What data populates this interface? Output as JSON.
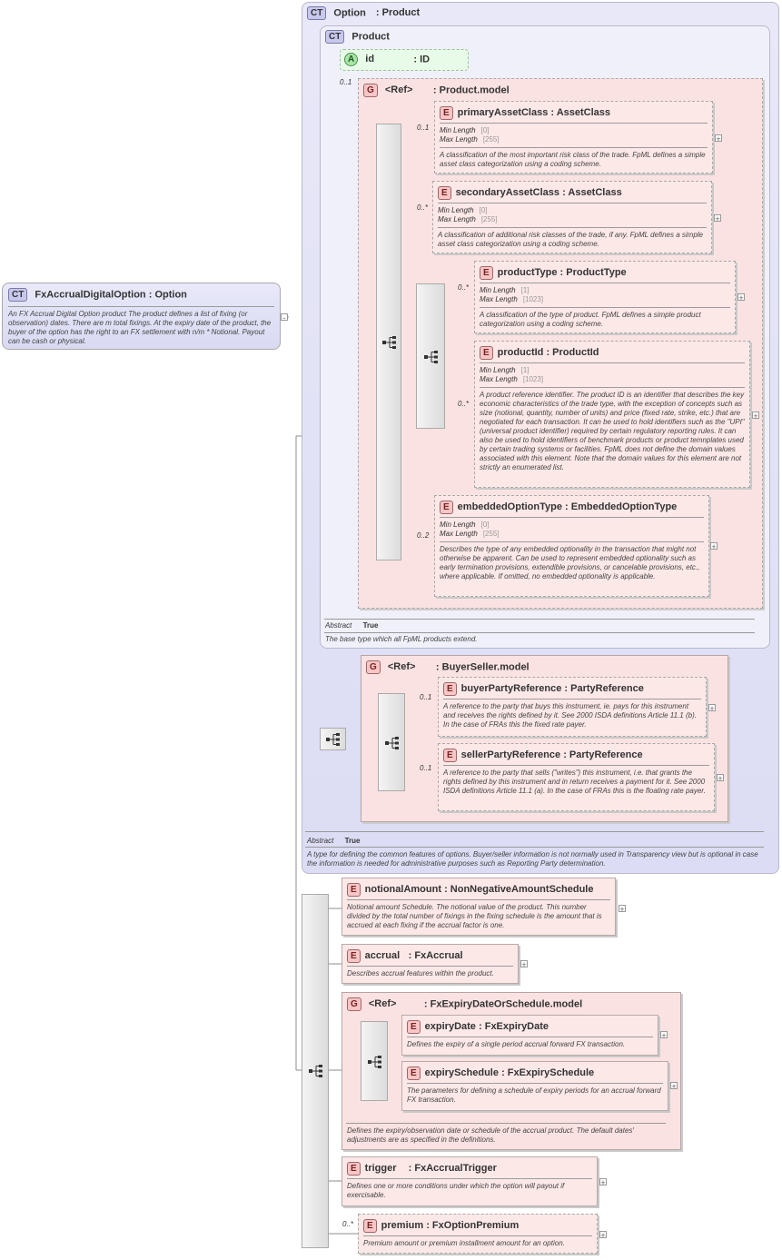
{
  "root": {
    "tag": "CT",
    "name": "FxAccrualDigitalOption",
    "type": "Option",
    "doc": "An FX Accrual Digital Option product The product defines a list of fixing (or observation) dates. There are m total fixings. At the expiry date of the product, the buyer of the option has the right to an FX settlement with n/m * Notional. Payout can be cash or physical."
  },
  "option": {
    "tag": "CT",
    "name": "Option",
    "type": ": Product",
    "abstract_label": "Abstract",
    "abstract_value": "True",
    "doc": "A type for defining the common features of options. Buyer/seller information is not normally used in Transparency view but is optional in case the information is needed for administrative purposes such as Reporting Party determination."
  },
  "product": {
    "tag": "CT",
    "name": "Product",
    "abstract_label": "Abstract",
    "abstract_value": "True",
    "doc": "The base type which all FpML products extend.",
    "attr": {
      "tag": "A",
      "name": "id",
      "type": ": ID"
    },
    "group_card": "0..1",
    "group": {
      "tag": "G",
      "ref": "<Ref>",
      "name": ": Product.model"
    }
  },
  "labels": {
    "min_length": "Min Length",
    "max_length": "Max Length"
  },
  "product_elements": {
    "primary": {
      "card": "0..1",
      "name": "primaryAssetClass",
      "type": ": AssetClass",
      "min": "[0]",
      "max": "[255]",
      "doc": "A classification of the most important risk class of the trade. FpML defines a simple asset class categorization using a coding scheme."
    },
    "secondary": {
      "card": "0..*",
      "name": "secondaryAssetClass",
      "type": ": AssetClass",
      "min": "[0]",
      "max": "[255]",
      "doc": "A classification of additional risk classes of the trade, if any. FpML defines a simple asset class categorization using a coding scheme."
    },
    "ptype": {
      "card": "0..*",
      "name": "productType",
      "type": ": ProductType",
      "min": "[1]",
      "max": "[1023]",
      "doc": "A classification of the type of product. FpML defines a simple product categorization using a coding scheme."
    },
    "pid": {
      "card": "0..*",
      "name": "productId",
      "type": ": ProductId",
      "min": "[1]",
      "max": "[1023]",
      "doc": "A product reference identifier. The product ID is an identifier that describes the key economic characteristics of the trade type, with the exception of concepts such as size (notional, quantity, number of units) and price (fixed rate, strike, etc.) that are negotiated for each transaction. It can be used to hold identifiers such as the \"UPI\" (universal product identifier) required by certain regulatory reporting rules. It can also be used to hold identifiers of benchmark products or product temnplates used by certain trading systems or facilities. FpML does not define the domain values associated with this element. Note that the domain values for this element are not strictly an enumerated list."
    },
    "embedded": {
      "card": "0..2",
      "name": "embeddedOptionType",
      "type": ": EmbeddedOptionType",
      "min": "[0]",
      "max": "[255]",
      "doc": "Describes the type of any embedded optionality in the transaction that might not otherwise be apparent. Can be used to represent embedded optionality such as early termination provisions, extendible provisions, or cancelable provisions, etc., where applicable. If omitted, no embedded optionality is applicable."
    }
  },
  "buyerseller": {
    "group": {
      "tag": "G",
      "ref": "<Ref>",
      "name": ": BuyerSeller.model"
    },
    "buyer": {
      "card": "0..1",
      "name": "buyerPartyReference",
      "type": ": PartyReference",
      "doc": "A reference to the party that buys this instrument, ie. pays for this instrument and receives the rights defined by it. See 2000 ISDA definitions Article 11.1 (b). In the case of FRAs this the fixed rate payer."
    },
    "seller": {
      "card": "0..1",
      "name": "sellerPartyReference",
      "type": ": PartyReference",
      "doc": "A reference to the party that sells (\"writes\") this instrument, i.e. that grants the rights defined by this instrument and in return receives a payment for it. See 2000 ISDA definitions Article 11.1 (a). In the case of FRAs this is the floating rate payer."
    }
  },
  "main": {
    "notional": {
      "name": "notionalAmount",
      "type": ": NonNegativeAmountSchedule",
      "doc": "Notional amount Schedule. The notional value of the product. This number divided by the total number of fixings in the fixing schedule is the amount that is accrued at each fixing if the accrual factor is one."
    },
    "accrual": {
      "name": "accrual",
      "type": ": FxAccrual",
      "doc": "Describes accrual features within the product."
    },
    "expiry_group": {
      "tag": "G",
      "ref": "<Ref>",
      "name": ": FxExpiryDateOrSchedule.model",
      "doc": "Defines the expiry/observation date or schedule of the accrual product. The default dates' adjustments are as specified in the definitions."
    },
    "expiryDate": {
      "name": "expiryDate",
      "type": ": FxExpiryDate",
      "doc": "Defines the expiry of a single period accrual forward FX transaction."
    },
    "expirySchedule": {
      "name": "expirySchedule",
      "type": ": FxExpirySchedule",
      "doc": "The parameters for defining a schedule of expiry periods for an accrual forward FX transaction."
    },
    "trigger": {
      "name": "trigger",
      "type": ": FxAccrualTrigger",
      "doc": "Defines one or more conditions under which the option will payout if exercisable."
    },
    "premium": {
      "card": "0..*",
      "name": "premium",
      "type": ": FxOptionPremium",
      "doc": "Premium amount or premium installment amount for an option."
    }
  },
  "icons": {
    "ct": "complex-type-icon",
    "e": "element-icon",
    "g": "group-icon",
    "a": "attribute-icon",
    "seq": "sequence-icon",
    "expand": "expand-icon"
  }
}
